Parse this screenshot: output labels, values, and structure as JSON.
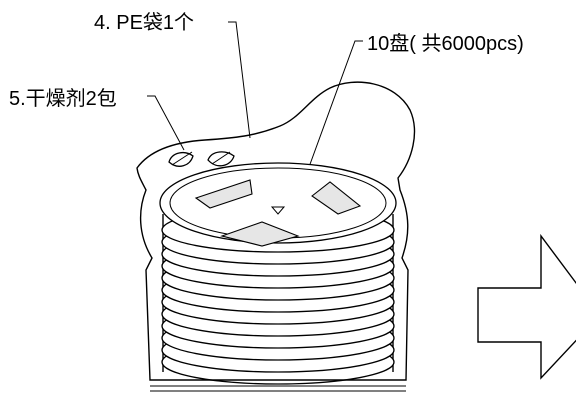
{
  "callouts": {
    "bag_label": "4. PE袋1个",
    "reel_label": "10盘( 共6000pcs)",
    "desiccant_label": "5.干燥剂2包"
  },
  "colors": {
    "stroke": "#000000",
    "background": "#ffffff",
    "reel_window": "#e6e6e6"
  },
  "reel_count": 10,
  "desiccant_count": 2
}
